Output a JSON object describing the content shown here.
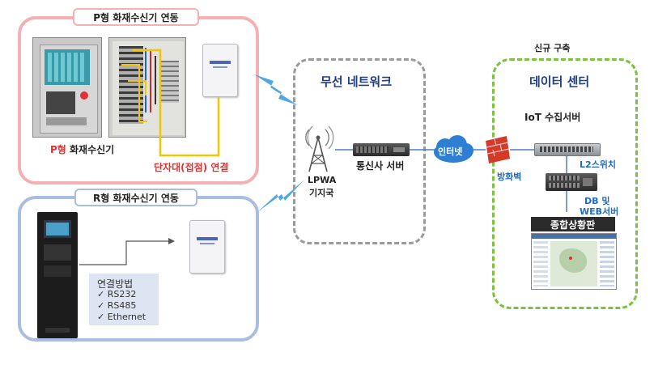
{
  "p_group": {
    "title": "P형 화재수신기 연동",
    "panel_label_p": "P형",
    "panel_label_rest": " 화재수신기",
    "terminal_label": "단자대(접점) 연결"
  },
  "r_group": {
    "title": "R형 화재수신기 연동",
    "methods_title": "연결방법",
    "methods": [
      "RS232",
      "RS485",
      "Ethernet"
    ],
    "check_mark": "✓"
  },
  "network": {
    "title": "무선 네트워크",
    "lpwa_line1": "LPWA",
    "lpwa_line2": "기지국",
    "server_label": "통신사 서버",
    "internet_label": "인터넷"
  },
  "datacenter": {
    "new_label": "신규 구축",
    "title": "데이터 센터",
    "iot_label": "IoT 수집서버",
    "firewall_label": "방화벽",
    "switch_label": "L2스위치",
    "db_line1": "DB 및",
    "db_line2": "WEB서버",
    "dashboard_label": "종합상황판"
  },
  "colors": {
    "pink": "#f4b0b5",
    "blue": "#a9bedf",
    "green": "#7cc242",
    "grey_dash": "#9a9a9a",
    "title_blue": "#1f3f8a",
    "red": "#e53030",
    "yellow": "#f2c600",
    "cloud": "#2e7fd4",
    "firewall": "#d43a2a"
  }
}
